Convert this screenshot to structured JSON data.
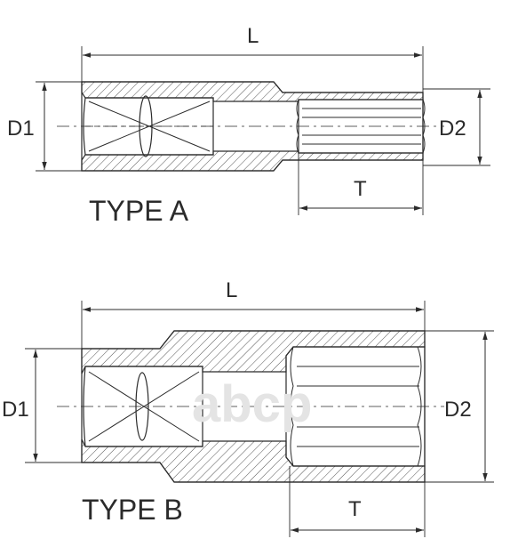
{
  "type_a": {
    "title": "TYPE A",
    "labels": {
      "length": "L",
      "outer_diameter": "D1",
      "drive_diameter": "D2",
      "drive_depth": "T"
    }
  },
  "type_b": {
    "title": "TYPE B",
    "labels": {
      "length": "L",
      "outer_diameter": "D1",
      "drive_diameter": "D2",
      "drive_depth": "T"
    }
  },
  "watermark": {
    "text": "abcp"
  },
  "colors": {
    "line": "#2b2b2b",
    "hatch": "#555555",
    "watermark": "#e4e4e4"
  }
}
